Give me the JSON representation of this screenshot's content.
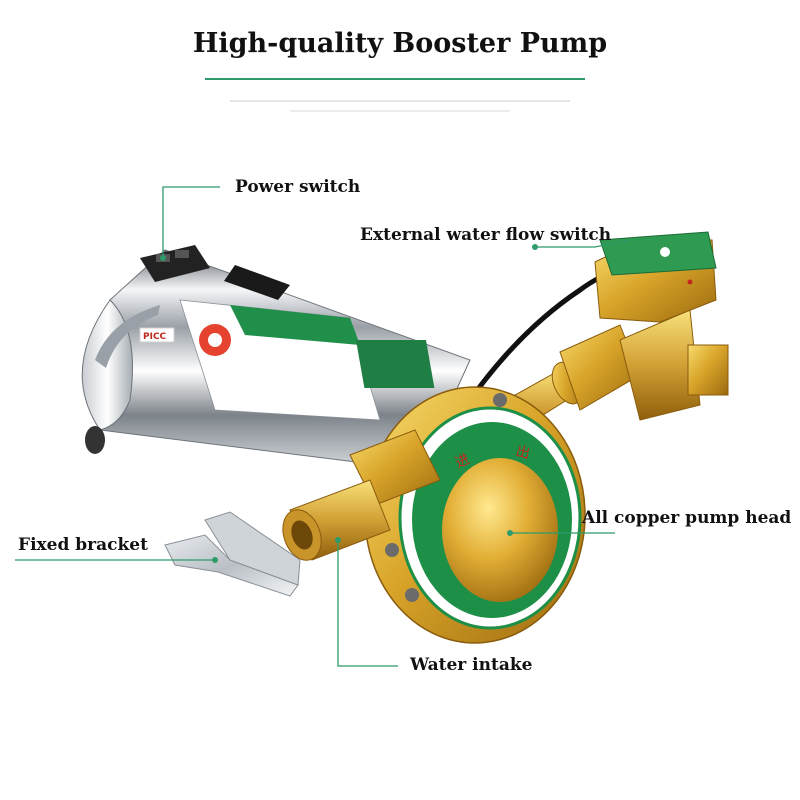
{
  "title": "High-quality Booster Pump",
  "callouts": {
    "power_switch": "Power switch",
    "external_flow_switch": "External water flow switch",
    "copper_head": "All copper pump head",
    "fixed_bracket": "Fixed bracket",
    "water_intake": "Water intake"
  },
  "label_colors": {
    "leader_line": "#2e9b6b",
    "title_rule": "#2e9b6b"
  },
  "product_badge": "PICC"
}
